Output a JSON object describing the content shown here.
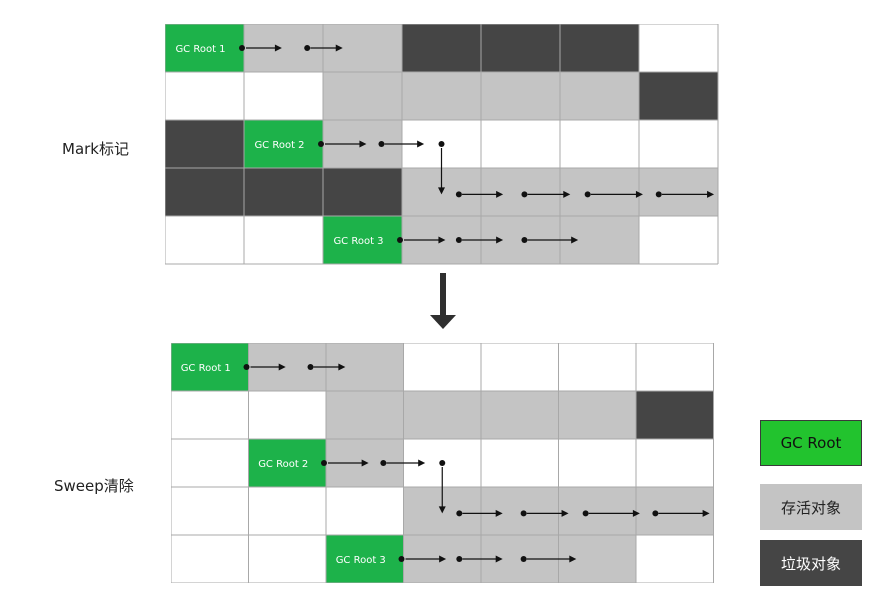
{
  "labels": {
    "mark": "Mark标记",
    "sweep": "Sweep清除"
  },
  "legend": [
    {
      "label": "GC Root",
      "kind": "root"
    },
    {
      "label": "存活对象",
      "kind": "live"
    },
    {
      "label": "垃圾对象",
      "kind": "garbage"
    }
  ],
  "roots": [
    "GC Root 1",
    "GC Root 2",
    "GC Root 3"
  ],
  "colors": {
    "root": "#1db24a",
    "live": "#c4c4c4",
    "garbage": "#454545",
    "free": "#ffffff",
    "gridline": "#a8a8a8",
    "arrow": "#111111",
    "transition_arrow": "#2f2f2f"
  },
  "mark_grid": [
    [
      "root",
      "live",
      "live",
      "garbage",
      "garbage",
      "garbage",
      "free"
    ],
    [
      "free",
      "free",
      "live",
      "live",
      "live",
      "live",
      "garbage"
    ],
    [
      "garbage",
      "root",
      "live",
      "free",
      "free",
      "free",
      "free"
    ],
    [
      "garbage",
      "garbage",
      "garbage",
      "live",
      "live",
      "live",
      "live"
    ],
    [
      "free",
      "free",
      "root",
      "live",
      "live",
      "live",
      "free"
    ]
  ],
  "sweep_grid": [
    [
      "root",
      "live",
      "live",
      "free",
      "free",
      "free",
      "free"
    ],
    [
      "free",
      "free",
      "live",
      "live",
      "live",
      "live",
      "garbage"
    ],
    [
      "free",
      "root",
      "live",
      "free",
      "free",
      "free",
      "free"
    ],
    [
      "free",
      "free",
      "free",
      "live",
      "live",
      "live",
      "live"
    ],
    [
      "free",
      "free",
      "root",
      "live",
      "live",
      "live",
      "free"
    ]
  ]
}
